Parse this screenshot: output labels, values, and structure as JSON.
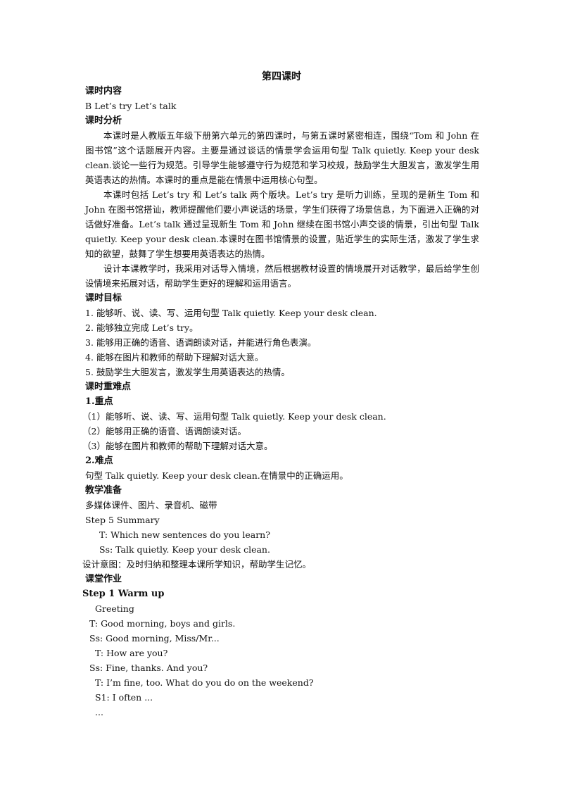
{
  "title": "第四课时",
  "sections": {
    "content_heading": "课时内容",
    "content_text": "B  Let’s  try    Let’s  talk",
    "analysis_heading": "课时分析",
    "analysis_paras": [
      "本课时是人教版五年级下册第六单元的第四课时，与第五课时紧密相连，围绕“Tom 和 John 在图书馆”这个话题展开内容。主要是通过谈话的情景学会运用句型 Talk quietly. Keep your desk clean.谈论一些行为规范。引导学生能够遵守行为规范和学习校规，鼓励学生大胆发言，激发学生用英语表达的热情。本课时的重点是能在情景中运用核心句型。",
      "本课时包括 Let’s try 和 Let’s talk 两个版块。Let’s try 是听力训练，呈现的是新生 Tom 和 John 在图书馆搭讪，教师提醒他们要小声说话的场景，学生们获得了场景信息，为下面进入正确的对话做好准备。Let’s talk 通过呈现新生 Tom 和 John 继续在图书馆小声交谈的情景，引出句型 Talk quietly. Keep your desk clean.本课时在图书馆情景的设置，贴近学生的实际生活，激发了学生求知的欲望，鼓舞了学生想要用英语表达的热情。",
      "设计本课教学时，我采用对话导入情境，然后根据教材设置的情境展开对话教学，最后给学生创设情境来拓展对话，帮助学生更好的理解和运用语言。"
    ],
    "goals_heading": "课时目标",
    "goals": [
      "1. 能够听、说、读、写、运用句型 Talk  quietly.  Keep  your  desk  clean.",
      "2. 能够独立完成 Let’s  try。",
      "3. 能够用正确的语音、语调朗读对话，并能进行角色表演。",
      "4. 能够在图片和教师的帮助下理解对话大意。",
      "5. 鼓励学生大胆发言，激发学生用英语表达的热情。"
    ],
    "key_heading": "课时重难点",
    "key_sub": "1.重点",
    "key_points": [
      "（1）能够听、说、读、写、运用句型 Talk  quietly.  Keep  your  desk  clean.",
      "（2）能够用正确的语音、语调朗读对话。",
      "（3）能够在图片和教师的帮助下理解对话大意。"
    ],
    "diff_sub": "2.难点",
    "diff_text": "句型 Talk  quietly.  Keep  your  desk  clean.在情景中的正确运用。",
    "prep_heading": "教学准备",
    "prep_text": "多媒体课件、图片、录音机、磁带",
    "summary_step": "Step  5  Summary",
    "summary_lines": [
      "T: Which  new  sentences  do  you  learn?",
      "Ss:  Talk  quietly.  Keep  your  desk  clean."
    ],
    "design_note": "设计意图：及时归纳和整理本课所学知识，帮助学生记忆。",
    "homework_heading": "课堂作业",
    "warmup_step": "Step 1 Warm up",
    "warmup_lines": [
      "Greeting",
      "T:  Good  morning,  boys  and  girls.",
      "Ss:  Good  morning,  Miss/Mr...",
      "T:  How  are  you?",
      "Ss:  Fine,  thanks.  And  you?",
      "T:  I’m  fine,  too.  What  do  you  do  on the  weekend?",
      "S1:  I  often  ...",
      "..."
    ]
  }
}
